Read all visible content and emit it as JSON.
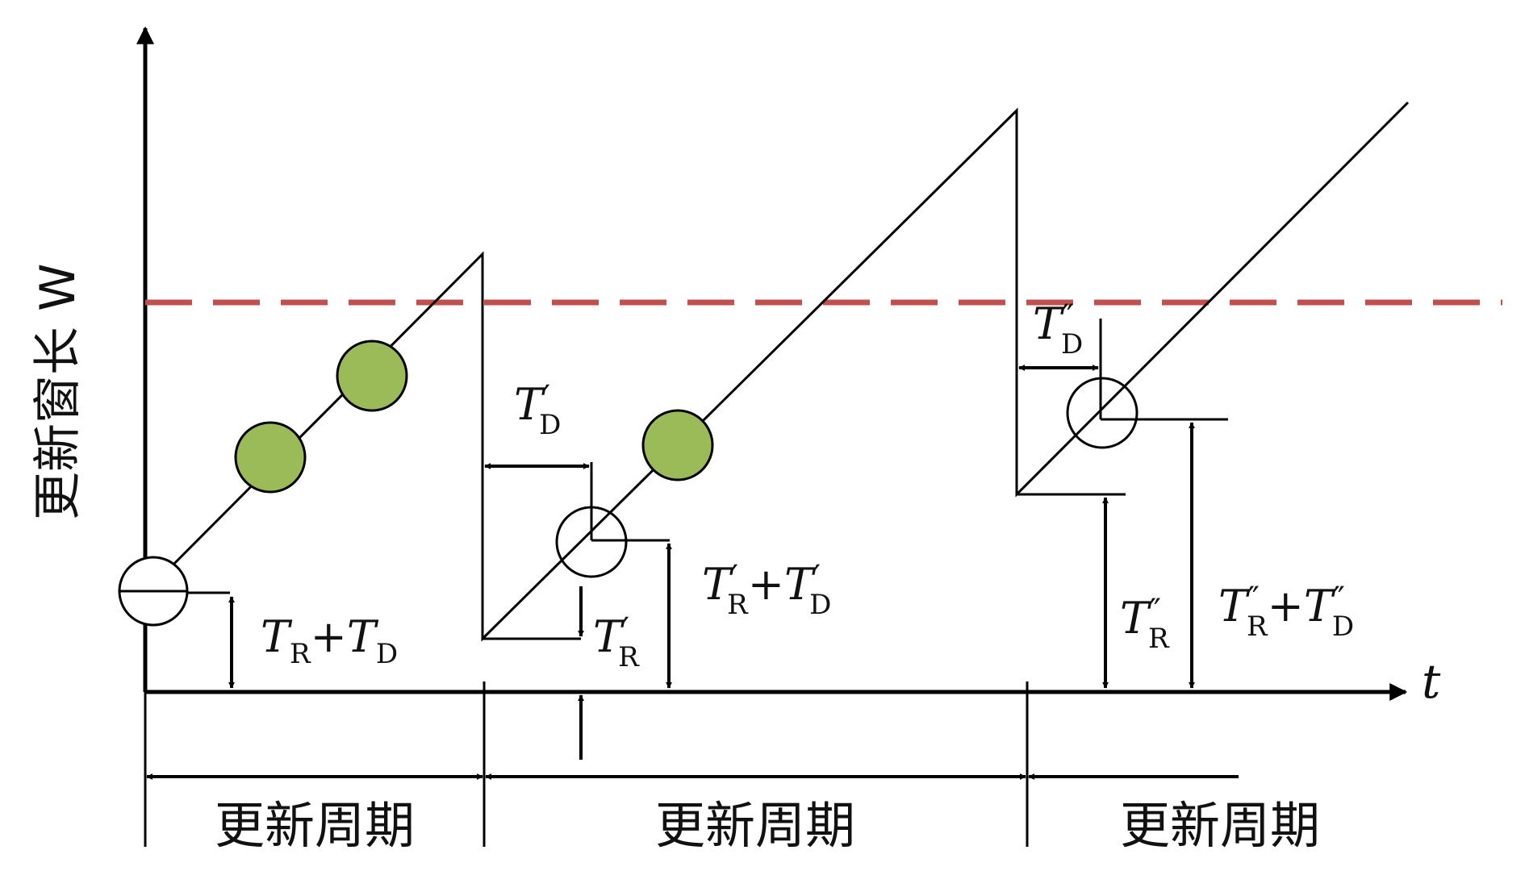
{
  "axes": {
    "y_label": "更新窗长 W",
    "x_label": "t"
  },
  "colors": {
    "threshold": "#c0504d",
    "marker_fill": "#9bbb59",
    "stroke": "#000000"
  },
  "labels": {
    "tr_td": {
      "main": "T",
      "sub": "R",
      "plus": "+",
      "main2": "T",
      "sub2": "D"
    },
    "td_p": {
      "main": "T",
      "prime": "′",
      "sub": "D"
    },
    "tr_p": {
      "main": "T",
      "prime": "′",
      "sub": "R"
    },
    "tr_td_p": {
      "main": "T",
      "prime": "′",
      "sub": "R",
      "plus": "+",
      "main2": "T",
      "prime2": "′",
      "sub2": "D"
    },
    "td_pp": {
      "main": "T",
      "prime": "″",
      "sub": "D"
    },
    "tr_pp": {
      "main": "T",
      "prime": "″",
      "sub": "R"
    },
    "tr_td_pp": {
      "main": "T",
      "prime": "″",
      "sub": "R",
      "plus": "+",
      "main2": "T",
      "prime2": "″",
      "sub2": "D"
    }
  },
  "periods": [
    {
      "label": "更新周期"
    },
    {
      "label": "更新周期"
    },
    {
      "label": "更新周期"
    }
  ]
}
